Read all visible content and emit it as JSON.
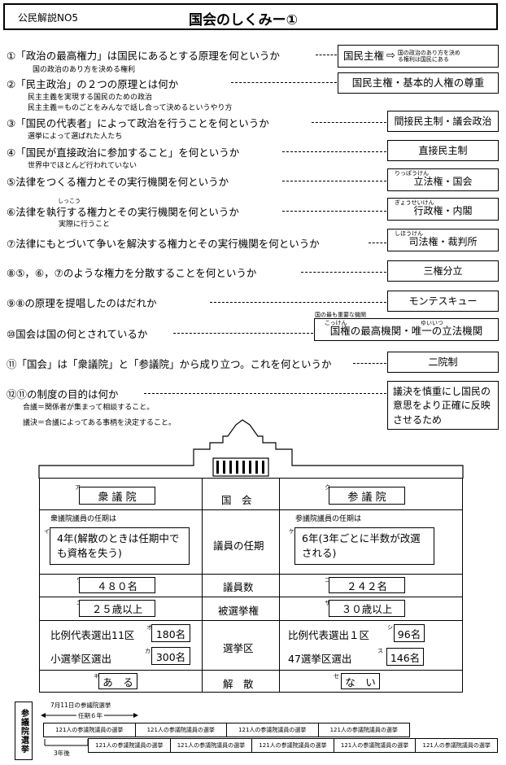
{
  "header": {
    "series": "公民解説NO5",
    "title": "国会のしくみー①"
  },
  "questions": [
    {
      "num": "①",
      "text": "「政治の最高権力」は国民にあるとする原理を何というか",
      "answer": "国民主権",
      "side_note": "国の政治のあり方を決める権利は国民にある",
      "note": "国の政治のあり方を決める権利"
    },
    {
      "num": "②",
      "text": "「民主政治」の２つの原理とは何か",
      "answer": "国民主権・基本的人権の尊重",
      "note1": "民主主義を実現する国民のための政治",
      "note2": "民主主義＝ものごとをみんなで話し合って決めるというやり方"
    },
    {
      "num": "③",
      "text": "「国民の代表者」によって政治を行うことを何というか",
      "answer": "間接民主制・議会政治",
      "note": "選挙によって選ばれた人たち"
    },
    {
      "num": "④",
      "text": "「国民が直接政治に参加すること」を何というか",
      "answer": "直接民主制",
      "note": "世界中でほとんど行われていない"
    },
    {
      "num": "⑤",
      "text": "法律をつくる権力とその実行機関を何というか",
      "answer": "立法権・国会",
      "ruby": "りっぽうけん"
    },
    {
      "num": "⑥",
      "text": "法律を執行する権力とその実行機関を何というか",
      "answer": "行政権・内閣",
      "ruby": "ぎょうせいけん",
      "ruby_q": "しっこう",
      "note": "実際に行うこと"
    },
    {
      "num": "⑦",
      "text": "法律にもとづいて争いを解決する権力とその実行機関を何というか",
      "answer": "司法権・裁判所",
      "ruby": "しほうけん"
    },
    {
      "num": "⑧",
      "text": "⑤，⑥，⑦のような権力を分散することを何というか",
      "answer": "三権分立"
    },
    {
      "num": "⑨",
      "text": "⑧の原理を提唱したのはだれか",
      "answer": "モンテスキュー"
    },
    {
      "num": "⑩",
      "text": "国会は国の何とされているか",
      "answer": "国権の最高機関・唯一の立法機関",
      "note": "国の最も重要な機関",
      "ruby1": "こっけん",
      "ruby2": "ゆいいつ"
    },
    {
      "num": "⑪",
      "text": "「国会」は「衆議院」と「参議院」から成り立つ。これを何というか",
      "answer": "二院制"
    },
    {
      "num": "⑫",
      "text": "⑪の制度の目的は何か",
      "answer": "議決を慎重にし国民の意思をより正確に反映させるため",
      "note1": "合議＝関係者が集まって相談すること。",
      "note2": "議決＝合議によってある事柄を決定すること。"
    }
  ],
  "diet": {
    "header": {
      "left": "衆 議 院",
      "center": "国　会",
      "right": "参 議 院",
      "left_mark": "ア",
      "right_mark": "ク"
    },
    "term": {
      "label": "議員の任期",
      "left_caption": "衆議院議員の任期は",
      "left_value": "4年(解散のときは任期中でも資格を失う)",
      "left_mark": "イ",
      "right_caption": "参議院議員の任期は",
      "right_value": "6年(3年ごとに半数が改選される)",
      "right_mark": "ケ"
    },
    "seats": {
      "label": "議員数",
      "left_value": "４８０名",
      "left_mark": "ウ",
      "right_value": "２４２名",
      "right_mark": "コ"
    },
    "eligibility": {
      "label": "被選挙権",
      "left_value": "２５歳以上",
      "left_mark": "エ",
      "right_value": "３０歳以上",
      "right_mark": "サ"
    },
    "election": {
      "label": "選挙区",
      "left_pr_label": "比例代表選出11区",
      "left_pr_value": "180名",
      "left_pr_mark": "オ",
      "left_district_label": "小選挙区選出",
      "left_district_value": "300名",
      "left_district_mark": "カ",
      "right_pr_label": "比例代表選出１区",
      "right_pr_value": "96名",
      "right_pr_mark": "シ",
      "right_district_label": "47選挙区選出",
      "right_district_value": "146名",
      "right_district_mark": "ス"
    },
    "dissolution": {
      "label": "解　散",
      "left_value": "あ　る",
      "left_mark": "キ",
      "right_value": "な　い",
      "right_mark": "セ"
    }
  },
  "timeline": {
    "side_label": "参議院選挙",
    "date": "7月11日の参議院選挙",
    "term_label": "任期６年",
    "after": "3年後",
    "row1": [
      "121人の参議院議員の選挙",
      "121人の参議院議員の選挙",
      "121人の参議院議員の選挙",
      "121人の参議院議員の選挙"
    ],
    "row2": [
      "121人の参議院議員の選挙",
      "121人の参議院議員の選挙",
      "121人の参議院議員の選挙",
      "121人の参議院議員の選挙",
      "121人の参議院議員の選挙"
    ]
  }
}
